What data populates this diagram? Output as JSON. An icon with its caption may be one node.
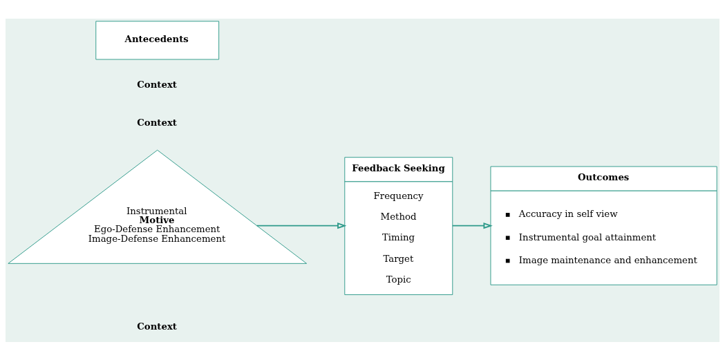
{
  "diagram": {
    "nodes": [
      {
        "text": [
          "Antecedents"
        ]
      },
      {
        "text": [
          "Instrumental",
          "Motive",
          "Ego-Defense Enhancement",
          "Image-Defense Enhancement"
        ]
      },
      {
        "text": [
          "Feedback Seeking",
          "Frequency",
          "Method",
          "Timing",
          "Target",
          "Topic"
        ]
      },
      {
        "text": [
          "Outcomes",
          "Accuracy in self view",
          "Instrumental goal attainment",
          "Image maintenance and enhancement"
        ]
      }
    ],
    "edges": [
      {
        "from": 1,
        "to": 2,
        "arrow": "to"
      },
      {
        "from": 2,
        "to": 3,
        "arrow": "to"
      }
    ],
    "labels": [
      "Context",
      "Context",
      "Context"
    ]
  }
}
